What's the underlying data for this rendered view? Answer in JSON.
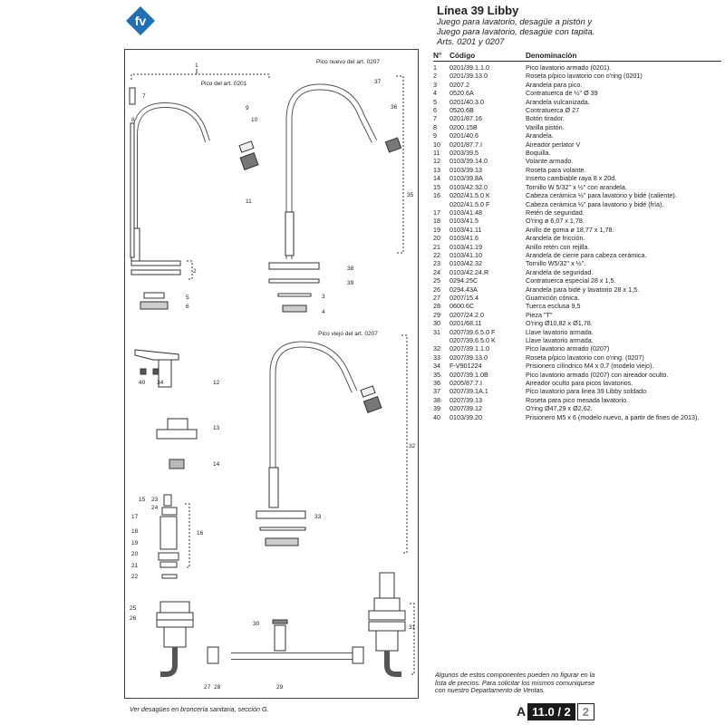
{
  "logo": {
    "text": "fv",
    "color": "#1e6fb6"
  },
  "header": {
    "title": "Línea 39 Libby",
    "lines": [
      "Juego para lavatorio, desagüe a pistón y",
      "Juego para lavatorio, desagüe con tapita.",
      "Arts. 0201 y 0207"
    ]
  },
  "diagram": {
    "label_pico_nuevo": "Pico nuevo del art. 0207",
    "label_pico_0201": "Pico del art. 0201",
    "label_pico_viejo": "Pico viejo del art. 0207",
    "callouts": [
      "1",
      "2",
      "3",
      "4",
      "5",
      "6",
      "7",
      "8",
      "9",
      "10",
      "11",
      "12",
      "13",
      "14",
      "15",
      "16",
      "17",
      "18",
      "19",
      "20",
      "21",
      "22",
      "23",
      "24",
      "25",
      "26",
      "27",
      "28",
      "29",
      "30",
      "31",
      "32",
      "33",
      "34",
      "35",
      "36",
      "37",
      "38",
      "39",
      "40"
    ]
  },
  "table": {
    "headers": {
      "n": "N°",
      "codigo": "Código",
      "denominacion": "Denominación"
    },
    "rows": [
      {
        "n": "1",
        "codigo": "0201/39.1.1.0",
        "den": "Pico lavatorio armado (0201)."
      },
      {
        "n": "2",
        "codigo": "0201/39.13.0",
        "den": "Roseta p/pico lavatorio con o'ring (0201)"
      },
      {
        "n": "3",
        "codigo": "0207.2",
        "den": "Arandela para pico."
      },
      {
        "n": "4",
        "codigo": "0520.6A",
        "den": "Contratuerca de ½\" Ø 39"
      },
      {
        "n": "5",
        "codigo": "0201/40.3.0",
        "den": "Arandela vulcanizada."
      },
      {
        "n": "6",
        "codigo": "0520.6B",
        "den": "Contratuerca Ø 27"
      },
      {
        "n": "7",
        "codigo": "0201/87.16",
        "den": "Botón tirador."
      },
      {
        "n": "8",
        "codigo": "0200.15B",
        "den": "Varilla pistón."
      },
      {
        "n": "9",
        "codigo": "0201/40.6",
        "den": "Arandela."
      },
      {
        "n": "10",
        "codigo": "0201/87.7.I",
        "den": "Aireador perlator V"
      },
      {
        "n": "11",
        "codigo": "0203/39.5",
        "den": "Boquilla."
      },
      {
        "n": "12",
        "codigo": "0103/39.14.0",
        "den": "Volante armado."
      },
      {
        "n": "13",
        "codigo": "0103/39.13",
        "den": "Roseta para volante."
      },
      {
        "n": "14",
        "codigo": "0103/39.8A",
        "den": "Inserto cambiable raya 8 x 20d."
      },
      {
        "n": "15",
        "codigo": "0103/42.32.0",
        "den": "Tornillo W 5/32\" x ½\" con arandela."
      },
      {
        "n": "16",
        "codigo": "0202/41.5.0 K",
        "den": "Cabeza cerámica ½\" para lavatorio y bidé (caliente)."
      },
      {
        "n": "",
        "codigo": "0202/41.5.0 F",
        "den": "Cabeza cerámica ½\" para lavatorio y bidé (fría)."
      },
      {
        "n": "17",
        "codigo": "0103/41.48",
        "den": "Retén de seguridad."
      },
      {
        "n": "18",
        "codigo": "0103/41.5",
        "den": "O'ring ø 6,07 x 1,78."
      },
      {
        "n": "19",
        "codigo": "0103/41.11",
        "den": "Anillo de goma ø 18,77 x 1,78."
      },
      {
        "n": "20",
        "codigo": "0103/41.6",
        "den": "Arandela de fricción."
      },
      {
        "n": "21",
        "codigo": "0103/41.19",
        "den": "Anillo retén con rejilla."
      },
      {
        "n": "22",
        "codigo": "0103/41.10",
        "den": "Arandela de cierre para cabeza cerámica."
      },
      {
        "n": "23",
        "codigo": "0103/42.32",
        "den": "Tornillo W5/32\" x ½\"."
      },
      {
        "n": "24",
        "codigo": "0103/42.24.R",
        "den": "Arandela de seguridad."
      },
      {
        "n": "25",
        "codigo": "0294.25C",
        "den": "Contratuerca especial 28 x 1,5."
      },
      {
        "n": "26",
        "codigo": "0294.43A",
        "den": "Arandela para bidé y lavatorio 28 x 1,5."
      },
      {
        "n": "27",
        "codigo": "0207/15.4",
        "den": "Guarnición cónica."
      },
      {
        "n": "28",
        "codigo": "0600.6C",
        "den": "Tuerca esclusa 9,5"
      },
      {
        "n": "29",
        "codigo": "0207/24.2.0",
        "den": "Pieza \"T\""
      },
      {
        "n": "30",
        "codigo": "0201/68.11",
        "den": "O'ring Ø10,82 x Ø1,78."
      },
      {
        "n": "31",
        "codigo": "0207/39.6.5.0 F",
        "den": "Llave lavatorio armada."
      },
      {
        "n": "",
        "codigo": "0207/39.6.5.0 K",
        "den": "Llave lavatorio armada."
      },
      {
        "n": "32",
        "codigo": "0207/39.1.1.0",
        "den": "Pico lavatorio armado (0207)"
      },
      {
        "n": "33",
        "codigo": "0207/39.13.0",
        "den": "Roseta p/pico lavatorio con o'ring. (0207)"
      },
      {
        "n": "34",
        "codigo": "F-V901224",
        "den": "Prisionero cilíndrico M4 x 0.7 (modelo viejo)."
      },
      {
        "n": "35",
        "codigo": "0207/39.1.0B",
        "den": "Pico lavatorio armado (0207) con aireador oculto."
      },
      {
        "n": "36",
        "codigo": "0205/87.7.I",
        "den": "Aireador oculto para picos lavatorios."
      },
      {
        "n": "37",
        "codigo": "0207/39.1A.1",
        "den": "Pico lavatorio para linea 39 Libby soldado."
      },
      {
        "n": "38",
        "codigo": "0207/39.13",
        "den": "Roseta para pico mesada lavatorio."
      },
      {
        "n": "39",
        "codigo": "0207/39.12",
        "den": "O'ring Ø47,29 x Ø2,62."
      },
      {
        "n": "40",
        "codigo": "0103/39.20",
        "den": "Prisionero M5 x 6 (modelo nuevo, a partir de fines de 2013)."
      }
    ]
  },
  "note": "Algunos de estos componentes pueden no figurar en la lista de precios. Para solicitar los mismos comuniquese con nuestro Departamento de Ventas.",
  "bottom_note": "Ver desagües en broncería sanitaria, sección G.",
  "page_ref": {
    "letter": "A",
    "number": "11.0 / 2",
    "page": "2"
  }
}
